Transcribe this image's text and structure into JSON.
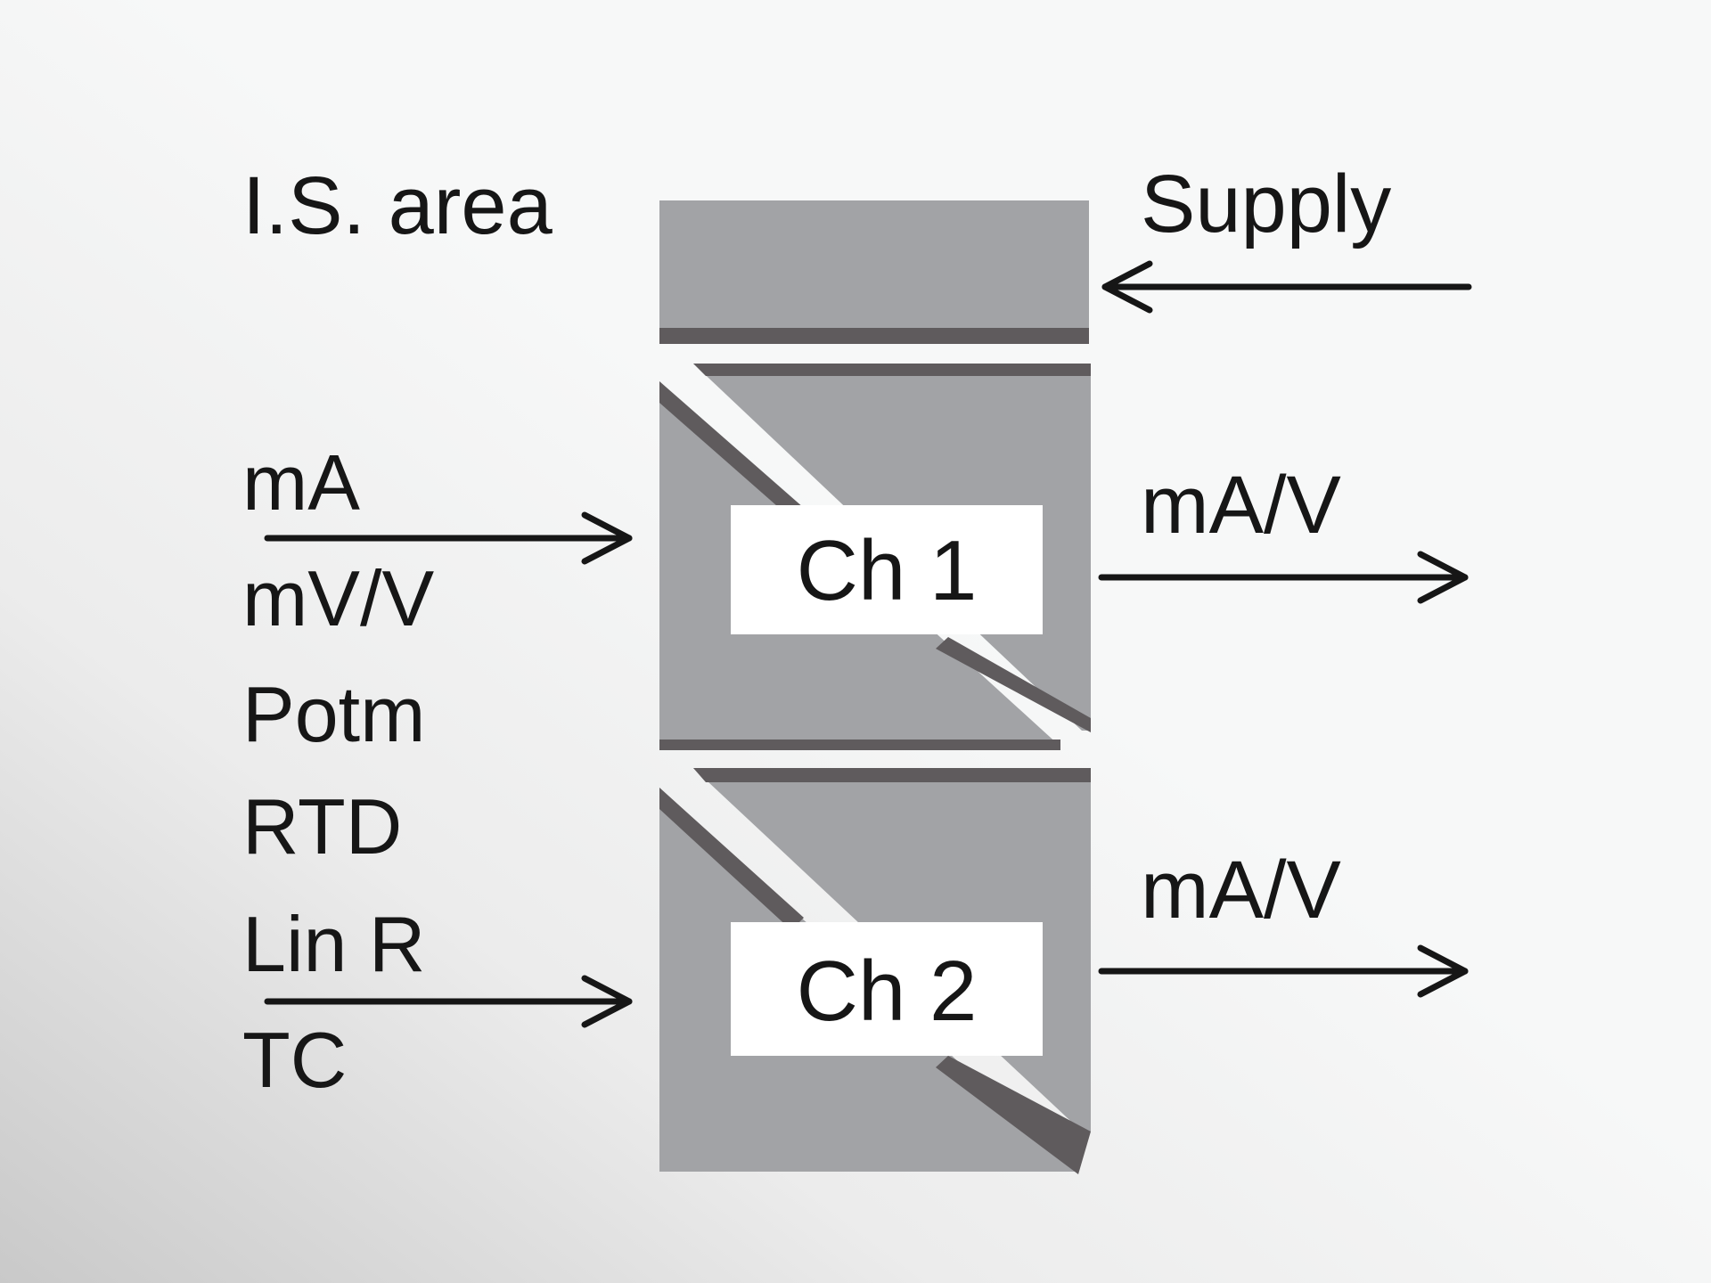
{
  "labels": {
    "is_area": "I.S. area",
    "supply": "Supply",
    "inputs": [
      "mA",
      "mV/V",
      "Potm",
      "RTD",
      "Lin R",
      "TC"
    ],
    "output_ch1": "mA/V",
    "output_ch2": "mA/V",
    "channel1": "Ch 1",
    "channel2": "Ch 2"
  },
  "colors": {
    "module_gray": "#a2a3a6",
    "module_dark": "#5f5b5d",
    "background": "#f7f8f8",
    "ink": "#161616"
  }
}
